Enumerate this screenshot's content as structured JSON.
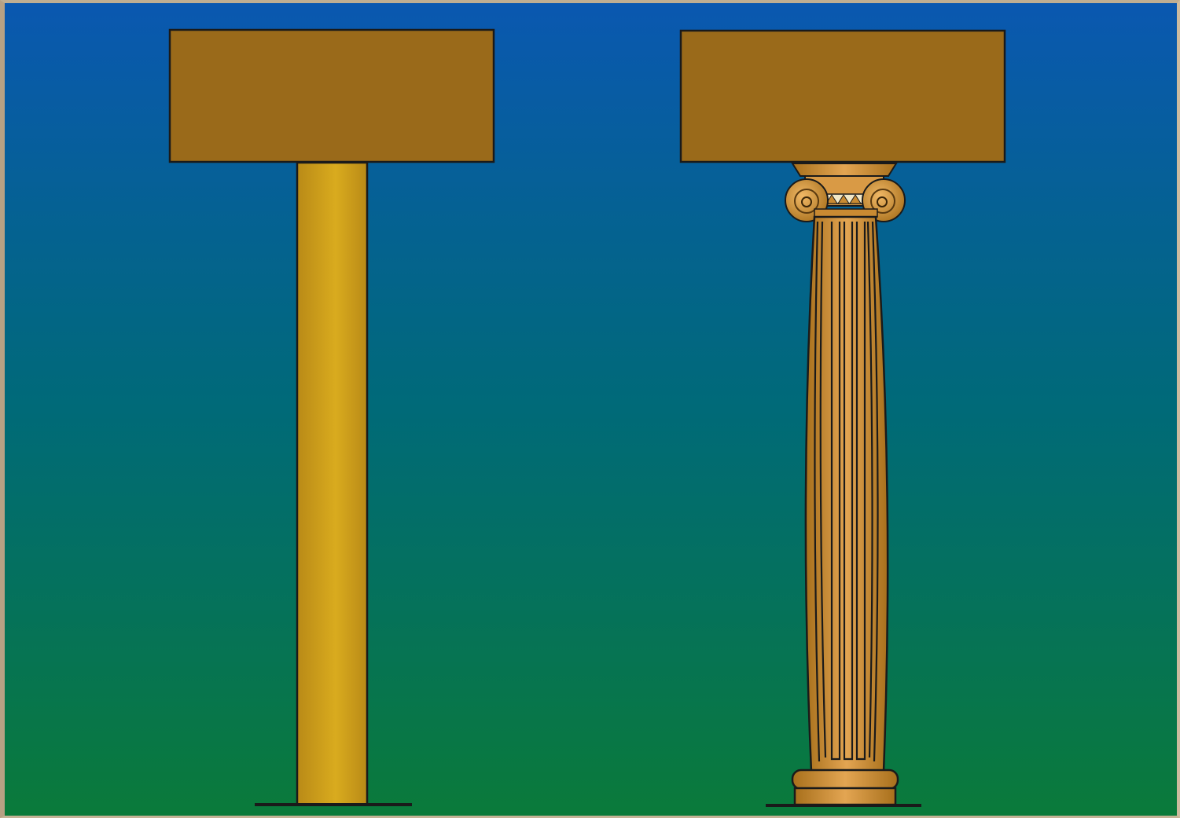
{
  "colors": {
    "sky_top": "#0a58b0",
    "sky_mid": "#006a78",
    "ground_bottom": "#0a7a3a",
    "lintel": "#9a6a1a",
    "plain_column_light": "#d9ab1e",
    "plain_column_dark": "#b98a17",
    "ionic_light": "#e3a552",
    "ionic_dark": "#a8701c",
    "outline": "#1a1a1a",
    "frame": "#c8b8a0"
  },
  "figures": [
    {
      "id": "plain-post-and-lintel",
      "parts": [
        "lintel",
        "plain-column",
        "ground-line"
      ]
    },
    {
      "id": "ionic-column",
      "parts": [
        "lintel",
        "abacus",
        "volute-capital",
        "fluted-shaft",
        "torus-base",
        "ground-line"
      ]
    }
  ]
}
